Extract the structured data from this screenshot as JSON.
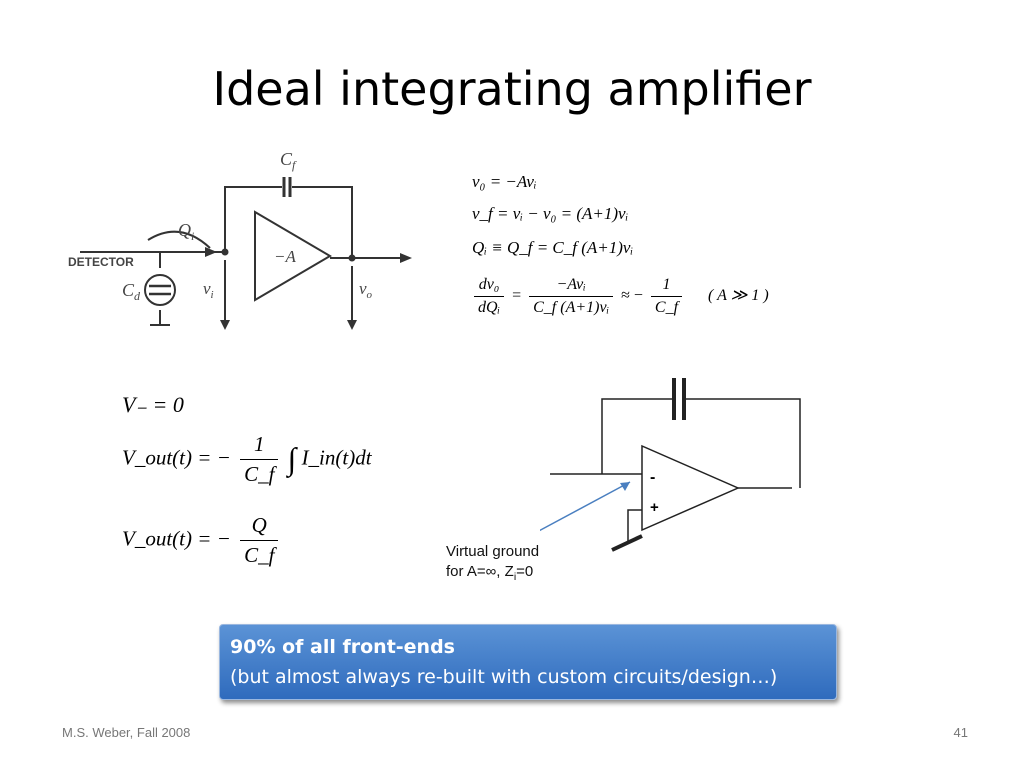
{
  "slide": {
    "title": "Ideal integrating amplifier",
    "footer_left": "M.S. Weber, Fall 2008",
    "page_number": "41"
  },
  "left_circuit": {
    "cf": "C",
    "cf_sub": "f",
    "qi": "Q",
    "qi_sub": "i",
    "detector": "DETECTOR",
    "gain": "−A",
    "cd": "C",
    "cd_sub": "d",
    "vi": "v",
    "vi_sub": "i",
    "vo": "v",
    "vo_sub": "o"
  },
  "right_equations": {
    "eq1": "v₀ = −Avᵢ",
    "eq2": "v_f = vᵢ − v₀ = (A+1)vᵢ",
    "eq3": "Qᵢ ≡ Q_f = C_f (A+1)vᵢ",
    "eq4_lhs_num": "dv₀",
    "eq4_lhs_den": "dQᵢ",
    "eq4_mid_num": "−Avᵢ",
    "eq4_mid_den": "C_f (A+1)vᵢ",
    "eq4_rhs_num": "1",
    "eq4_rhs_den": "C_f",
    "eq4_cond": "( A ≫ 1 )"
  },
  "left_equations": {
    "eq1": "V₋ = 0",
    "eq2_lhs": "V_out(t) = −",
    "eq2_num": "1",
    "eq2_den": "C_f",
    "eq2_rhs": "I_in(t)dt",
    "eq3_lhs": "V_out(t) = −",
    "eq3_num": "Q",
    "eq3_den": "C_f"
  },
  "right_circuit": {
    "minus": "-",
    "plus": "+"
  },
  "virtual_ground": {
    "line1": "Virtual ground",
    "line2_prefix": "for  A=∞, Z",
    "line2_sub": "i",
    "line2_suffix": "=0"
  },
  "callout": {
    "headline": "90% of all front-ends",
    "subline": "(but almost always re-built with custom circuits/design…)"
  },
  "colors": {
    "callout_top": "#5b93d6",
    "callout_bottom": "#2f6bbd",
    "pointer_arrow": "#4a7fc0"
  }
}
